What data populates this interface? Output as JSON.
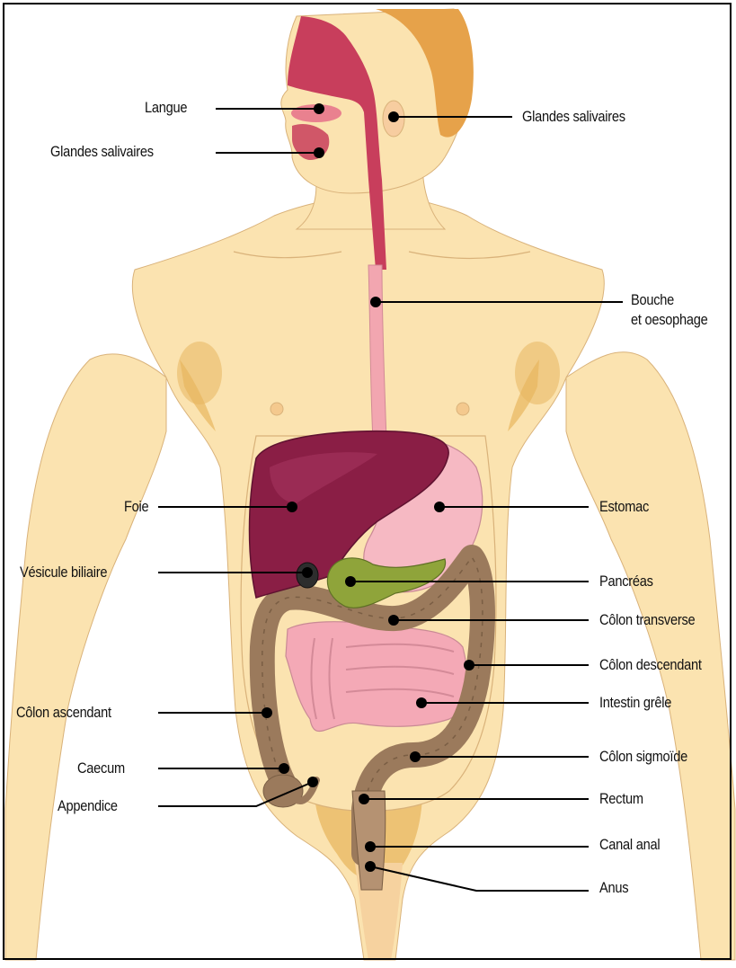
{
  "diagram": {
    "labels": {
      "langue": "Langue",
      "glandes_salivaires_left": "Glandes salivaires",
      "glandes_salivaires_right": "Glandes salivaires",
      "bouche_line1": "Bouche",
      "bouche_line2": "et oesophage",
      "foie": "Foie",
      "estomac": "Estomac",
      "vesicule": "Vésicule biliaire",
      "pancreas": "Pancréas",
      "colon_transverse": "Côlon transverse",
      "colon_descendant": "Côlon descendant",
      "intestin_grele": "Intestin grêle",
      "colon_ascendant": "Côlon ascendant",
      "caecum": "Caecum",
      "colon_sigmoide": "Côlon sigmoïde",
      "appendice": "Appendice",
      "rectum": "Rectum",
      "canal_anal": "Canal anal",
      "anus": "Anus"
    },
    "colors": {
      "skin": "#fbe3b0",
      "skin_shadow": "#e8b760",
      "hair": "#e6a24a",
      "mouth": "#c83e5c",
      "esophagus": "#f2a6b0",
      "liver": "#8a1e45",
      "stomach": "#f6b9c3",
      "intestine": "#f4a9b6",
      "colon": "#9b7a5c",
      "pancreas": "#8fa43a",
      "gallbladder": "#3a3a3a",
      "line": "#000000"
    }
  }
}
